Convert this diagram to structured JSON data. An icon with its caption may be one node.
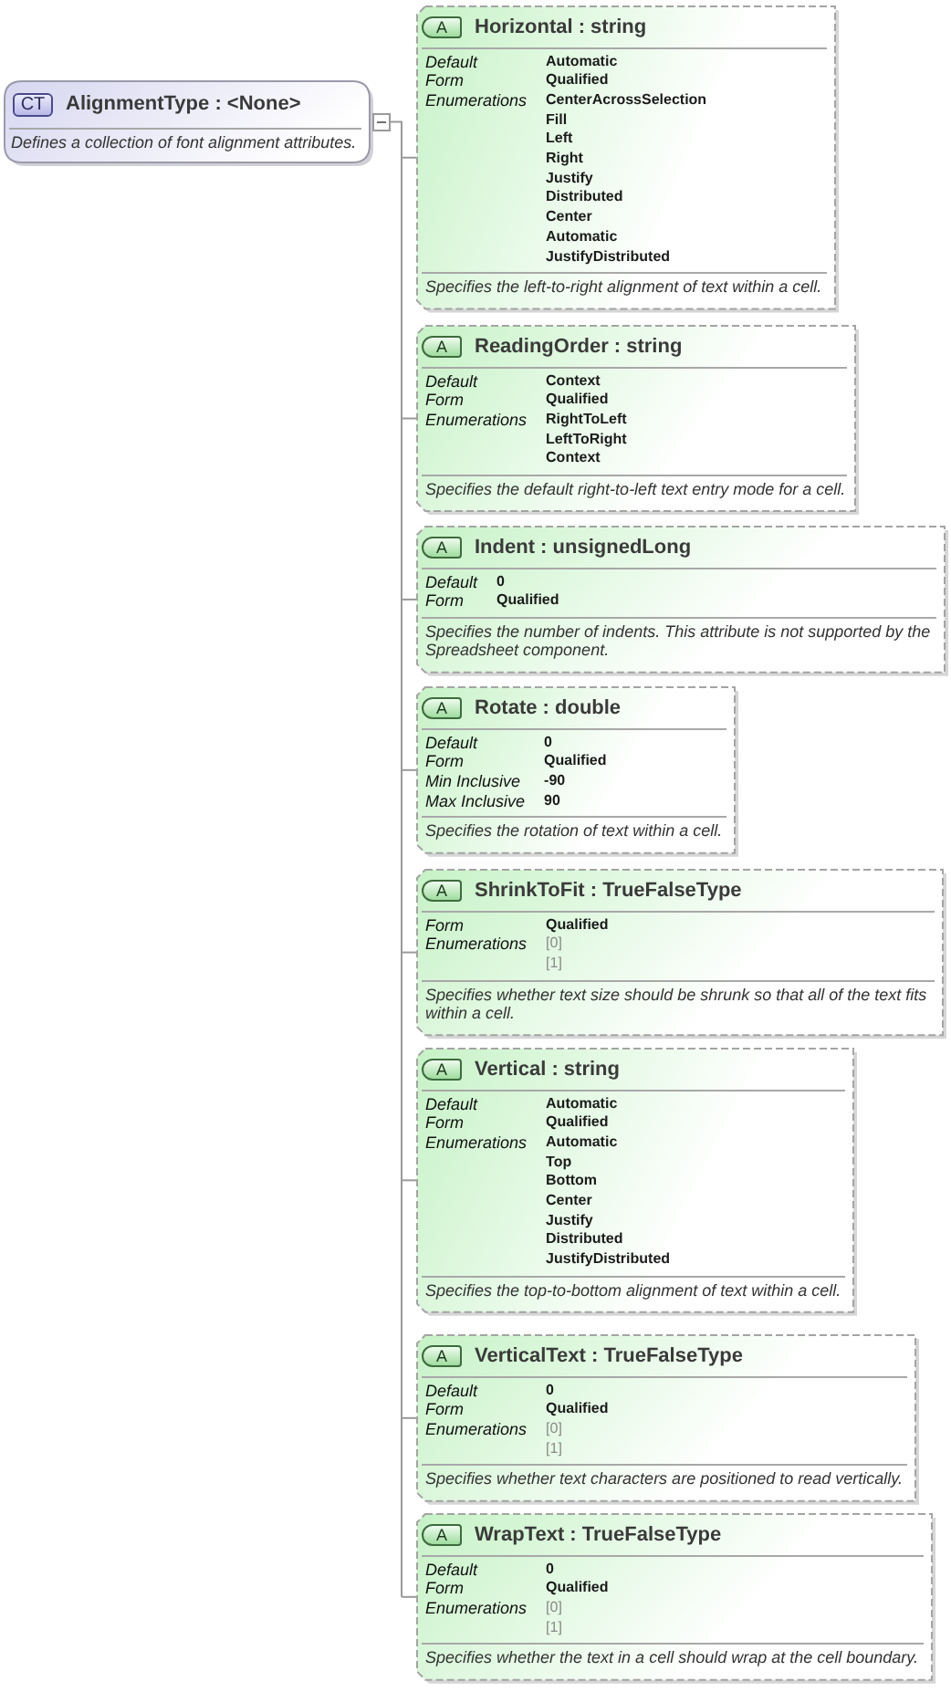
{
  "diagram": {
    "nodes": [
      {
        "text": [
          "CT",
          "AlignmentType : <None>",
          "Defines a collection of font alignment attributes."
        ]
      },
      {
        "text": [
          "A",
          "Horizontal : string",
          "Default",
          "Automatic",
          "Form",
          "Qualified",
          "Enumerations",
          "CenterAcrossSelection",
          "Fill",
          "Left",
          "Right",
          "Justify",
          "Distributed",
          "Center",
          "Automatic",
          "JustifyDistributed",
          "Specifies the left-to-right alignment of text within a cell."
        ]
      },
      {
        "text": [
          "A",
          "ReadingOrder : string",
          "Default",
          "Context",
          "Form",
          "Qualified",
          "Enumerations",
          "RightToLeft",
          "LeftToRight",
          "Context",
          "Specifies the default right-to-left text entry mode for a cell."
        ]
      },
      {
        "text": [
          "A",
          "Indent : unsignedLong",
          "Default",
          "0",
          "Form",
          "Qualified",
          "Specifies the number of indents. This attribute is not supported by the Spreadsheet component."
        ]
      },
      {
        "text": [
          "A",
          "Rotate : double",
          "Default",
          "0",
          "Form",
          "Qualified",
          "Min Inclusive",
          "-90",
          "Max Inclusive",
          "90",
          "Specifies the rotation of text within a cell."
        ]
      },
      {
        "text": [
          "A",
          "ShrinkToFit : TrueFalseType",
          "Form",
          "Qualified",
          "Enumerations",
          "[0]",
          "[1]",
          "Specifies whether text size should be shrunk so that all of the text fits within a cell."
        ]
      },
      {
        "text": [
          "A",
          "Vertical : string",
          "Default",
          "Automatic",
          "Form",
          "Qualified",
          "Enumerations",
          "Automatic",
          "Top",
          "Bottom",
          "Center",
          "Justify",
          "Distributed",
          "JustifyDistributed",
          "Specifies the top-to-bottom alignment of text within a cell."
        ]
      },
      {
        "text": [
          "A",
          "VerticalText : TrueFalseType",
          "Default",
          "0",
          "Form",
          "Qualified",
          "Enumerations",
          "[0]",
          "[1]",
          "Specifies whether text characters are positioned to read vertically."
        ]
      },
      {
        "text": [
          "A",
          "WrapText : TrueFalseType",
          "Default",
          "0",
          "Form",
          "Qualified",
          "Enumerations",
          "[0]",
          "[1]",
          "Specifies whether the text in a cell should wrap at the cell boundary."
        ]
      }
    ],
    "edges": [
      {
        "from": 0,
        "to": 1,
        "arrow": "none"
      },
      {
        "from": 0,
        "to": 2,
        "arrow": "none"
      },
      {
        "from": 0,
        "to": 3,
        "arrow": "none"
      },
      {
        "from": 0,
        "to": 4,
        "arrow": "none"
      },
      {
        "from": 0,
        "to": 5,
        "arrow": "none"
      },
      {
        "from": 0,
        "to": 6,
        "arrow": "none"
      },
      {
        "from": 0,
        "to": 7,
        "arrow": "none"
      },
      {
        "from": 0,
        "to": 8,
        "arrow": "none"
      }
    ]
  }
}
